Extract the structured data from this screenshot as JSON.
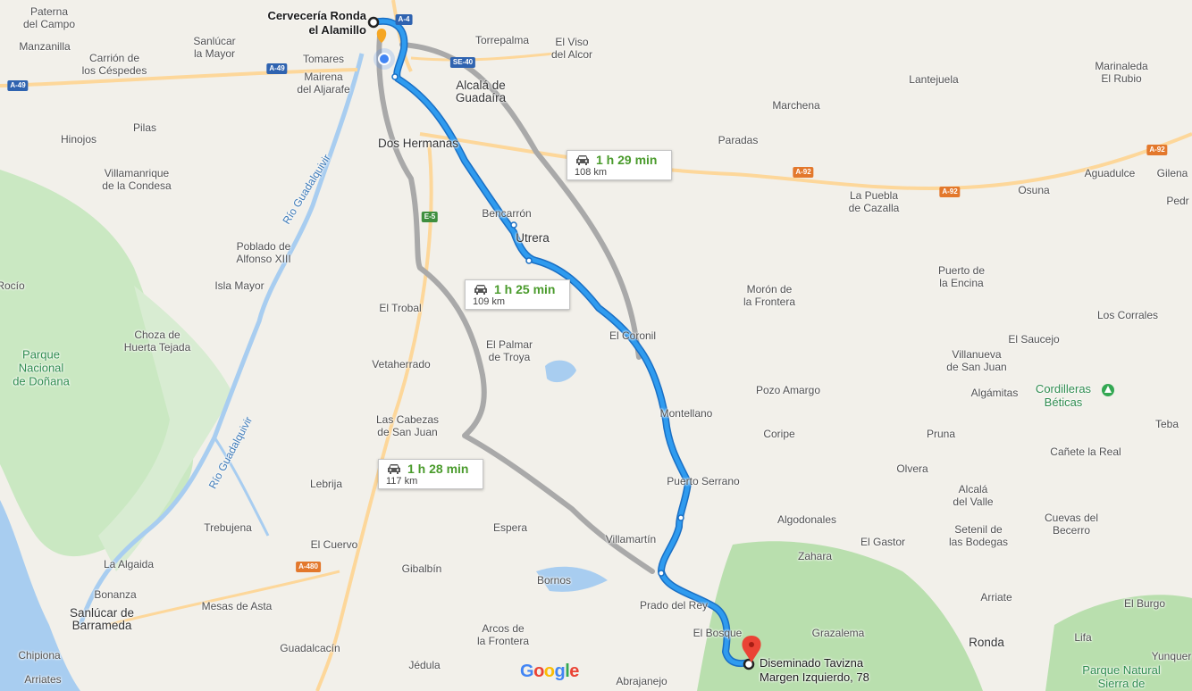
{
  "map": {
    "colors": {
      "land": "#f2f0ea",
      "water": "#a8cdf0",
      "park": "#cae8c2",
      "route_primary": "#2f9bef",
      "route_alt": "#a9a9a9",
      "highway": "#fdd79a",
      "brand_blue": "#4285F4",
      "brand_red": "#EA4335",
      "brand_yellow": "#FBBC05",
      "brand_green": "#34A853"
    },
    "start": {
      "name_line1": "Cervecería Ronda",
      "name_line2": "el Alamillo"
    },
    "destination": {
      "name_line1": "Diseminado Tavizna",
      "name_line2": "Margen Izquierdo, 78"
    },
    "routes": [
      {
        "duration": "1 h 29 min",
        "distance": "108 km",
        "icon": "car-icon"
      },
      {
        "duration": "1 h 25 min",
        "distance": "109 km",
        "icon": "car-icon"
      },
      {
        "duration": "1 h 28 min",
        "distance": "117 km",
        "icon": "car-icon"
      }
    ],
    "road_shields": [
      "A-4",
      "A-49",
      "A-49",
      "SE-40",
      "E-5",
      "A-92",
      "A-92",
      "A-92",
      "A-480"
    ],
    "places": [
      "Paterna\ndel Campo",
      "Manzanilla",
      "Carrión de\nlos Céspedes",
      "Sanlúcar\nla Mayor",
      "Tomares",
      "Mairena\ndel Aljarafe",
      "Torrepalma",
      "El Viso\ndel Alcor",
      "Alcalá de\nGuadaíra",
      "Dos Hermanas",
      "Lantejuela",
      "Marinaleda\nEl Rubio",
      "Marchena",
      "Paradas",
      "Pilas",
      "Hinojos",
      "Villamanrique\nde la Condesa",
      "La Puebla\nde Cazalla",
      "Osuna",
      "Aguadulce",
      "Gilena",
      "Pedr",
      "Bencarrón",
      "Utrera",
      "Poblado de\nAlfonso XIII",
      "Isla Mayor",
      "Rocío",
      "Puerto de\nla Encina",
      "Morón de\nla Frontera",
      "El Trobal",
      "Los Corrales",
      "Choza de\nHuerta Tejada",
      "El Coronil",
      "El Palmar\nde Troya",
      "El Saucejo",
      "Villanueva\nde San Juan",
      "Vetaherrado",
      "Pozo Amargo",
      "Algámitas",
      "Montellano",
      "Teba",
      "Las Cabezas\nde San Juan",
      "Coripe",
      "Pruna",
      "Cañete la Real",
      "Lebrija",
      "Puerto Serrano",
      "Olvera",
      "Alcalá\ndel Valle",
      "Trebujena",
      "Espera",
      "Algodonales",
      "Setenil de\nlas Bodegas",
      "Cuevas del\nBecerro",
      "El Cuervo",
      "Villamartín",
      "El Gastor",
      "Zahara",
      "La Algaida",
      "Gibalbín",
      "Bornos",
      "Bonanza",
      "Mesas de Asta",
      "Sanlúcar de\nBarrameda",
      "Prado del Rey",
      "Arriate",
      "El Burgo",
      "Arcos de\nla Frontera",
      "El Bosque",
      "Grazalema",
      "Ronda",
      "Lifa",
      "Yunquer",
      "Chipiona",
      "Guadalcacín",
      "Jédula",
      "Abrajanejo",
      "Arriates"
    ],
    "water_labels": [
      "Río Guadalquivir",
      "Río Guadalquivir"
    ],
    "park_labels": [
      "Parque\nNacional\nde Doñana",
      "Cordilleras\nBéticas",
      "Parque Natural\nSierra de"
    ],
    "logo": {
      "letters": [
        "G",
        "o",
        "o",
        "g",
        "l",
        "e"
      ]
    }
  }
}
